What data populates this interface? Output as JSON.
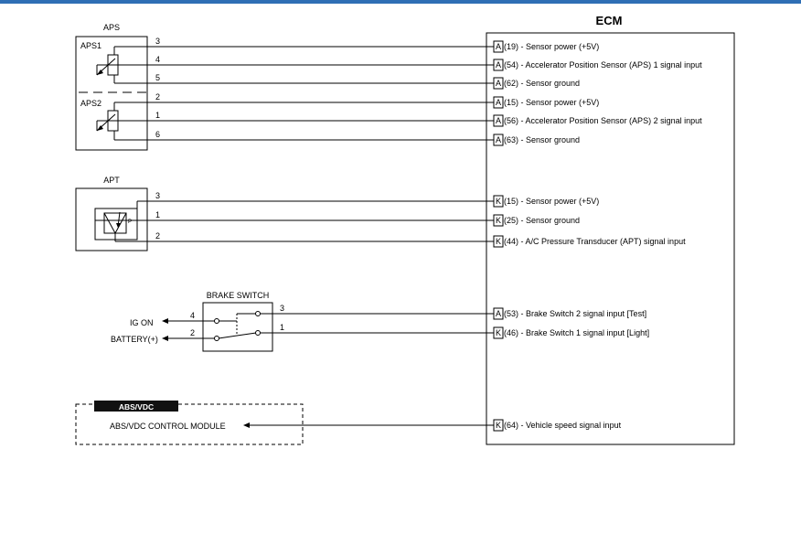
{
  "top_bar_color": "#2f6fb5",
  "ecm": {
    "title": "ECM"
  },
  "aps": {
    "title": "APS",
    "sensor1": "APS1",
    "sensor2": "APS2",
    "pins": [
      "3",
      "4",
      "5",
      "2",
      "1",
      "6"
    ]
  },
  "apt": {
    "title": "APT",
    "pins": [
      "3",
      "1",
      "2"
    ],
    "element_mark": "P"
  },
  "brake": {
    "title": "BRAKE SWITCH",
    "left_pins": [
      "4",
      "2"
    ],
    "right_pins": [
      "3",
      "1"
    ],
    "ig_on": "IG ON",
    "battery": "BATTERY(+)"
  },
  "abs": {
    "badge": "ABS/VDC",
    "module": "ABS/VDC CONTROL MODULE"
  },
  "terminals": [
    {
      "conn": "A",
      "text": "(19) - Sensor power (+5V)"
    },
    {
      "conn": "A",
      "text": "(54) - Accelerator Position Sensor (APS) 1 signal input"
    },
    {
      "conn": "A",
      "text": "(62) - Sensor ground"
    },
    {
      "conn": "A",
      "text": "(15) - Sensor power (+5V)"
    },
    {
      "conn": "A",
      "text": "(56) - Accelerator Position Sensor (APS) 2 signal input"
    },
    {
      "conn": "A",
      "text": "(63) - Sensor ground"
    },
    {
      "conn": "K",
      "text": "(15) - Sensor power (+5V)"
    },
    {
      "conn": "K",
      "text": "(25) - Sensor ground"
    },
    {
      "conn": "K",
      "text": "(44) - A/C Pressure Transducer (APT) signal input"
    },
    {
      "conn": "A",
      "text": "(53) - Brake Switch 2 signal input [Test]"
    },
    {
      "conn": "K",
      "text": "(46) - Brake Switch 1 signal input [Light]"
    },
    {
      "conn": "K",
      "text": "(64) - Vehicle speed signal input"
    }
  ]
}
